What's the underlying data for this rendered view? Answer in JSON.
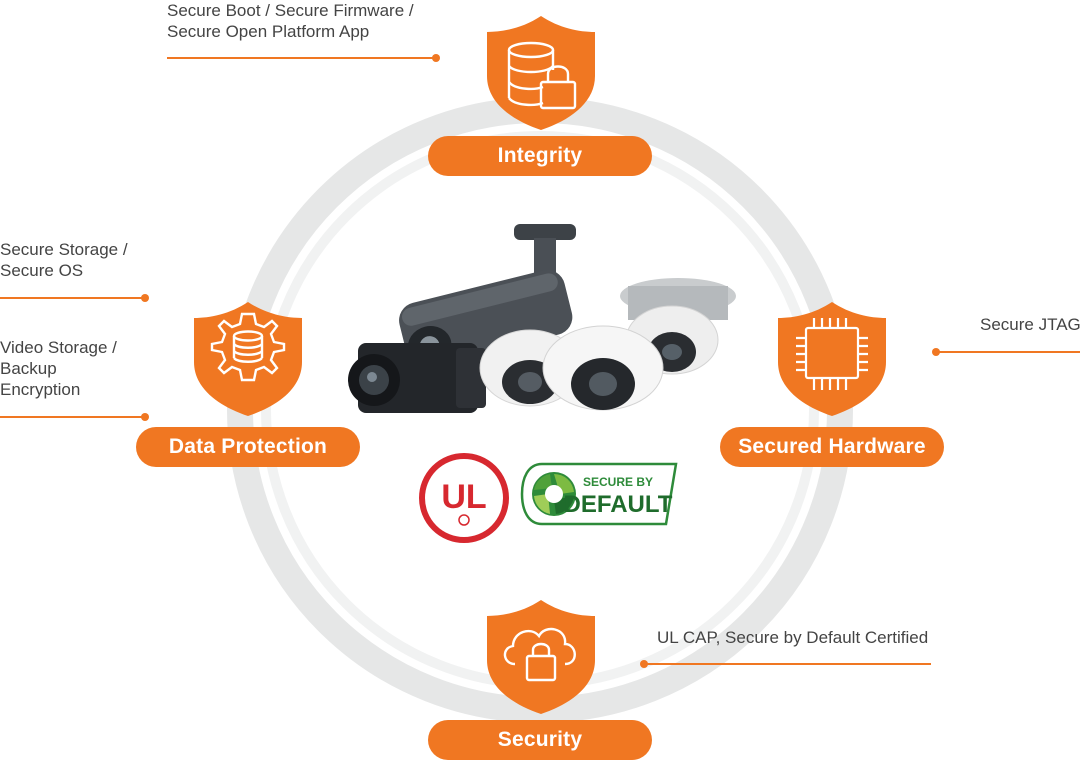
{
  "colors": {
    "accent": "#f07722",
    "ring": "#e6e7e7",
    "text": "#444444",
    "ul_red": "#d7282f",
    "sbd_green": "#2e8b3a"
  },
  "pillars": {
    "integrity": {
      "label": "Integrity",
      "icon": "database-lock-icon"
    },
    "data_protection": {
      "label": "Data Protection",
      "icon": "gear-database-icon"
    },
    "secured_hardware": {
      "label": "Secured Hardware",
      "icon": "chip-icon"
    },
    "security": {
      "label": "Security",
      "icon": "cloud-lock-icon"
    }
  },
  "notes": {
    "integrity_line1": "Secure Boot / Secure Firmware /",
    "integrity_line2": "Secure Open Platform App",
    "storage_line1": "Secure Storage /",
    "storage_line2": "Secure OS",
    "video_line1": "Video Storage /",
    "video_line2": "Backup",
    "video_line3": "Encryption",
    "jtag": "Secure JTAG",
    "ulcap": "UL CAP, Secure by Default Certified"
  },
  "logos": {
    "ul": {
      "text": "UL"
    },
    "secure_by_default": {
      "line1": "SECURE BY",
      "line2": "DEFAULT"
    }
  }
}
